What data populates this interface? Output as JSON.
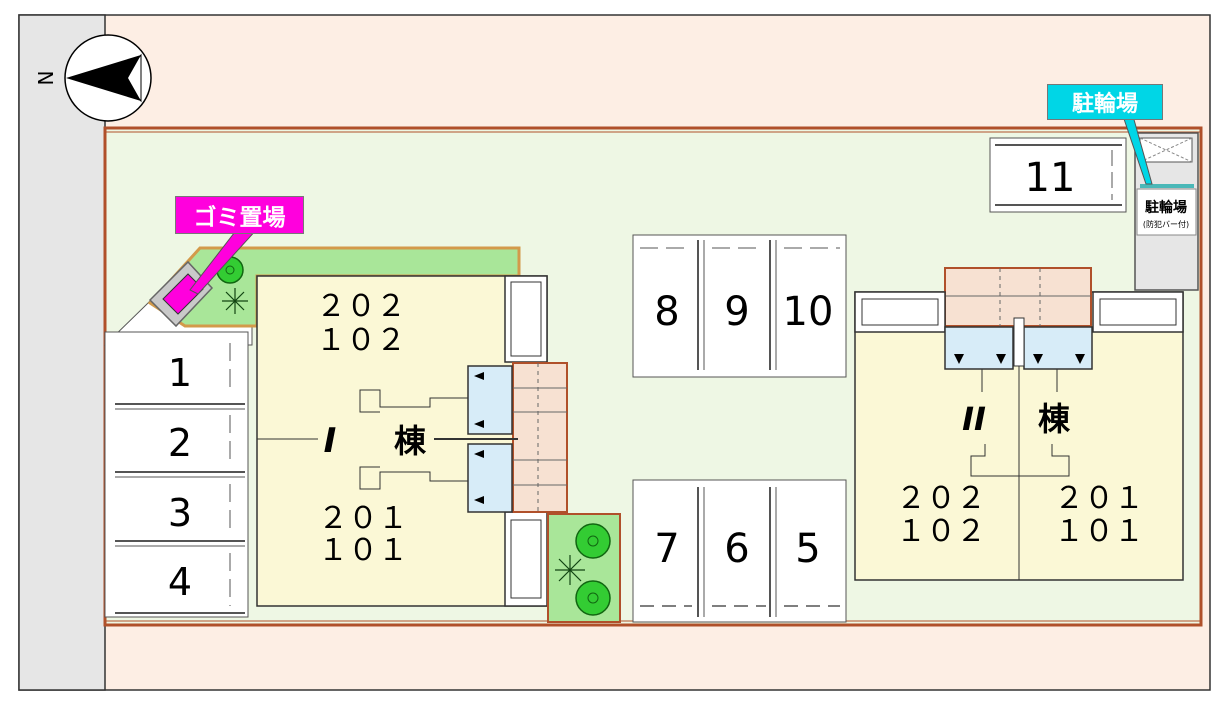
{
  "colors": {
    "site_border": "#b0502a",
    "site_fill": "#eef7e4",
    "outer_fill": "#fdeee4",
    "road": "#e6e6e6",
    "building": "#fbf8d6",
    "parking": "#ffffff",
    "stair": "#f7e1d2",
    "entrance_glass": "#d7ecf8",
    "garden": "#a9e699",
    "garbage_tag": "#ff00dd",
    "bike_tag": "#00d6e6"
  },
  "compass": {
    "north_letter": "N",
    "icon": "north-arrow-icon"
  },
  "labels": {
    "garbage": "ゴミ置場",
    "bicycle_tag": "駐輪場",
    "bicycle_shed_title": "駐輪場",
    "bicycle_shed_sub": "(防犯バー付)"
  },
  "parking": {
    "left": [
      "1",
      "2",
      "3",
      "4"
    ],
    "top_center": [
      "8",
      "9",
      "10"
    ],
    "bottom_center": [
      "7",
      "6",
      "5"
    ],
    "top_right": "11"
  },
  "building_1": {
    "name_numeral": "I",
    "name_kanji": "棟",
    "north_units": [
      "２０２",
      "１０２"
    ],
    "south_units": [
      "２０１",
      "１０１"
    ]
  },
  "building_2": {
    "name_numeral": "II",
    "name_kanji": "棟",
    "west_units": [
      "２０２",
      "１０２"
    ],
    "east_units": [
      "２０１",
      "１０１"
    ]
  }
}
